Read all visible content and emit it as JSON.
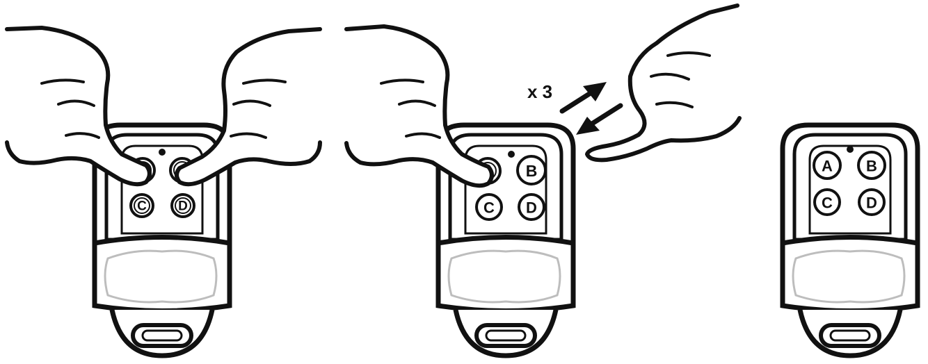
{
  "steps": [
    {
      "buttons": [
        {
          "label": "",
          "pressed": true
        },
        {
          "label": "",
          "pressed": true
        },
        {
          "label": "C",
          "pressed": false
        },
        {
          "label": "D",
          "pressed": false
        }
      ]
    },
    {
      "buttons": [
        {
          "label": "",
          "pressed": true
        },
        {
          "label": "B",
          "pressed": false
        },
        {
          "label": "C",
          "pressed": false
        },
        {
          "label": "D",
          "pressed": false
        }
      ],
      "repeat_label": "x 3"
    },
    {
      "buttons": [
        {
          "label": "A",
          "pressed": false
        },
        {
          "label": "B",
          "pressed": false
        },
        {
          "label": "C",
          "pressed": false
        },
        {
          "label": "D",
          "pressed": false
        }
      ]
    }
  ],
  "colors": {
    "ink": "#111111",
    "paper": "#ffffff",
    "lens": "#bdbdbd"
  }
}
